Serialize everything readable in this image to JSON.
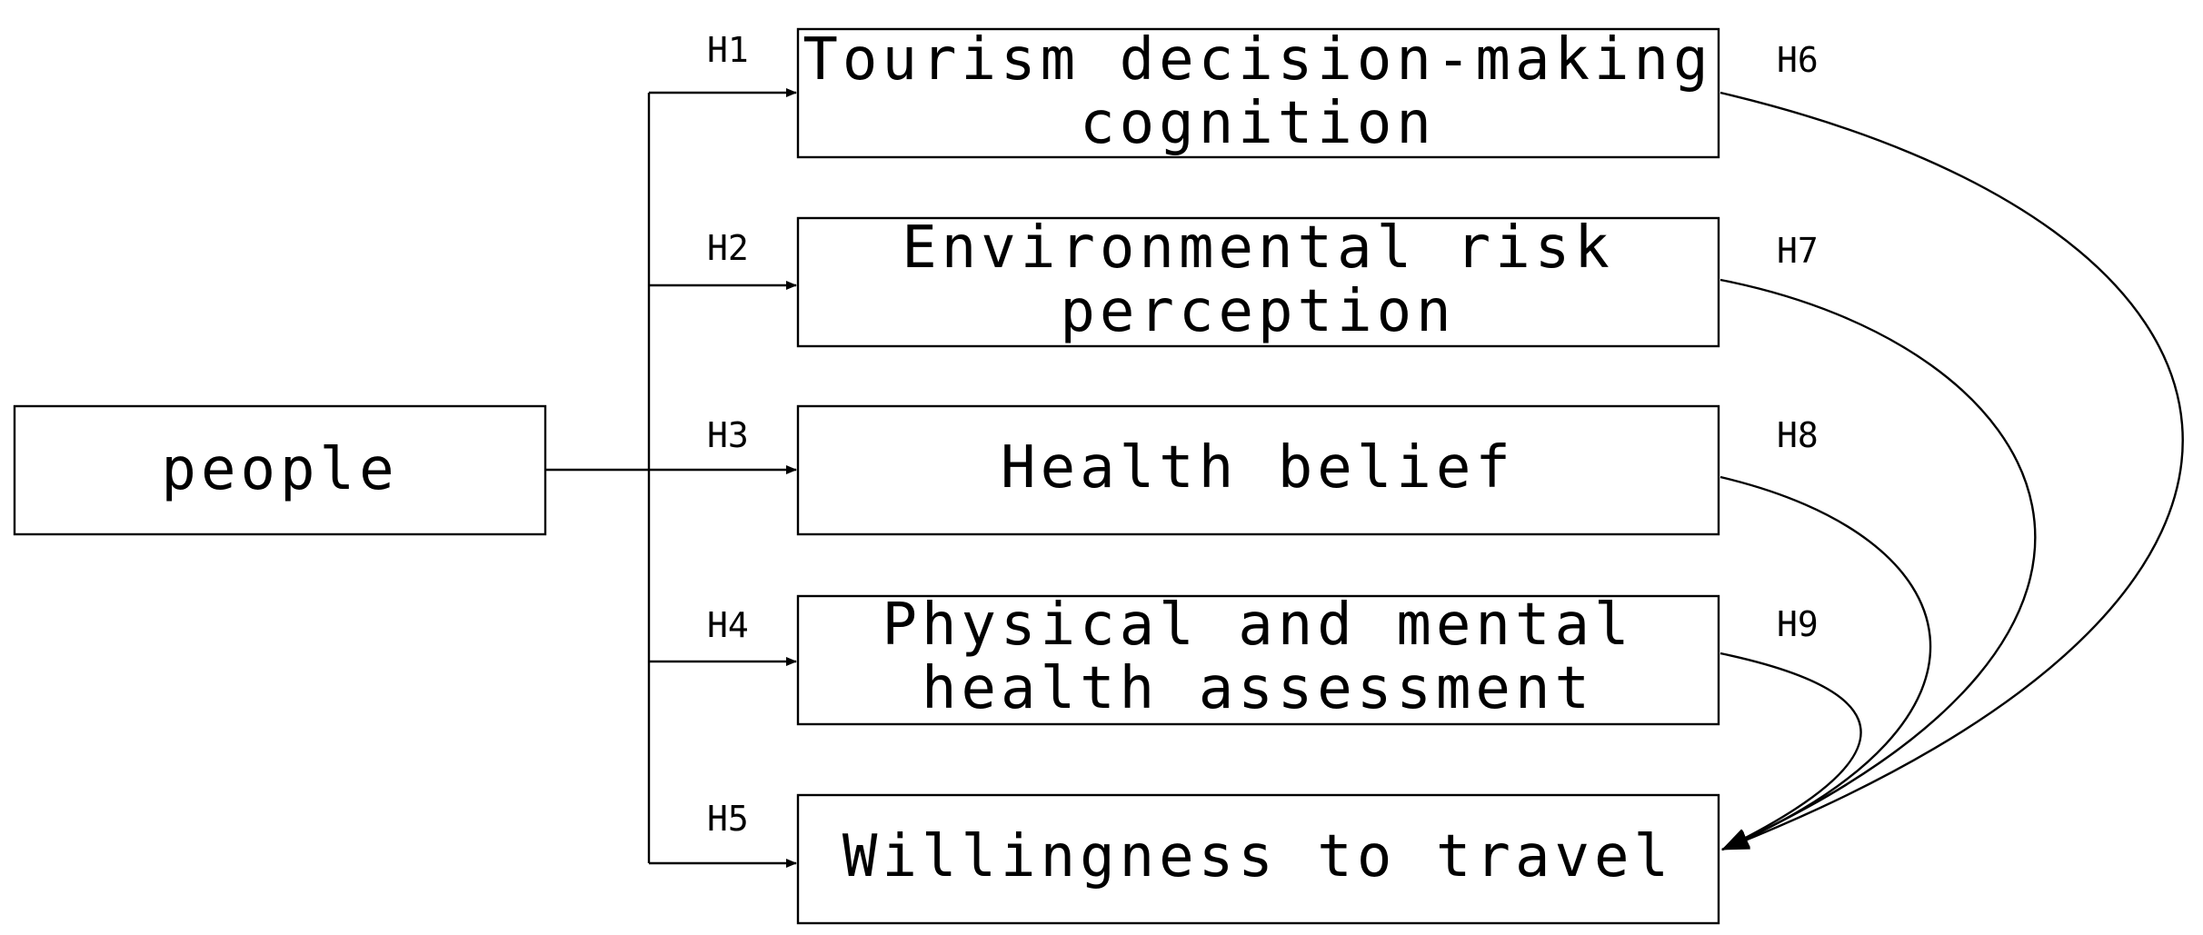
{
  "source_node": {
    "label": "people"
  },
  "mediators": [
    {
      "lines": [
        "Tourism decision-making",
        "cognition"
      ]
    },
    {
      "lines": [
        "Environmental risk",
        "perception"
      ]
    },
    {
      "lines": [
        "Health belief"
      ]
    },
    {
      "lines": [
        "Physical and mental",
        "health assessment"
      ]
    }
  ],
  "outcome_node": {
    "label": "Willingness to travel"
  },
  "hypotheses_left": [
    "H1",
    "H2",
    "H3",
    "H4",
    "H5"
  ],
  "hypotheses_right": [
    "H6",
    "H7",
    "H8",
    "H9"
  ],
  "colors": {
    "stroke": "#000000",
    "background": "#ffffff"
  }
}
